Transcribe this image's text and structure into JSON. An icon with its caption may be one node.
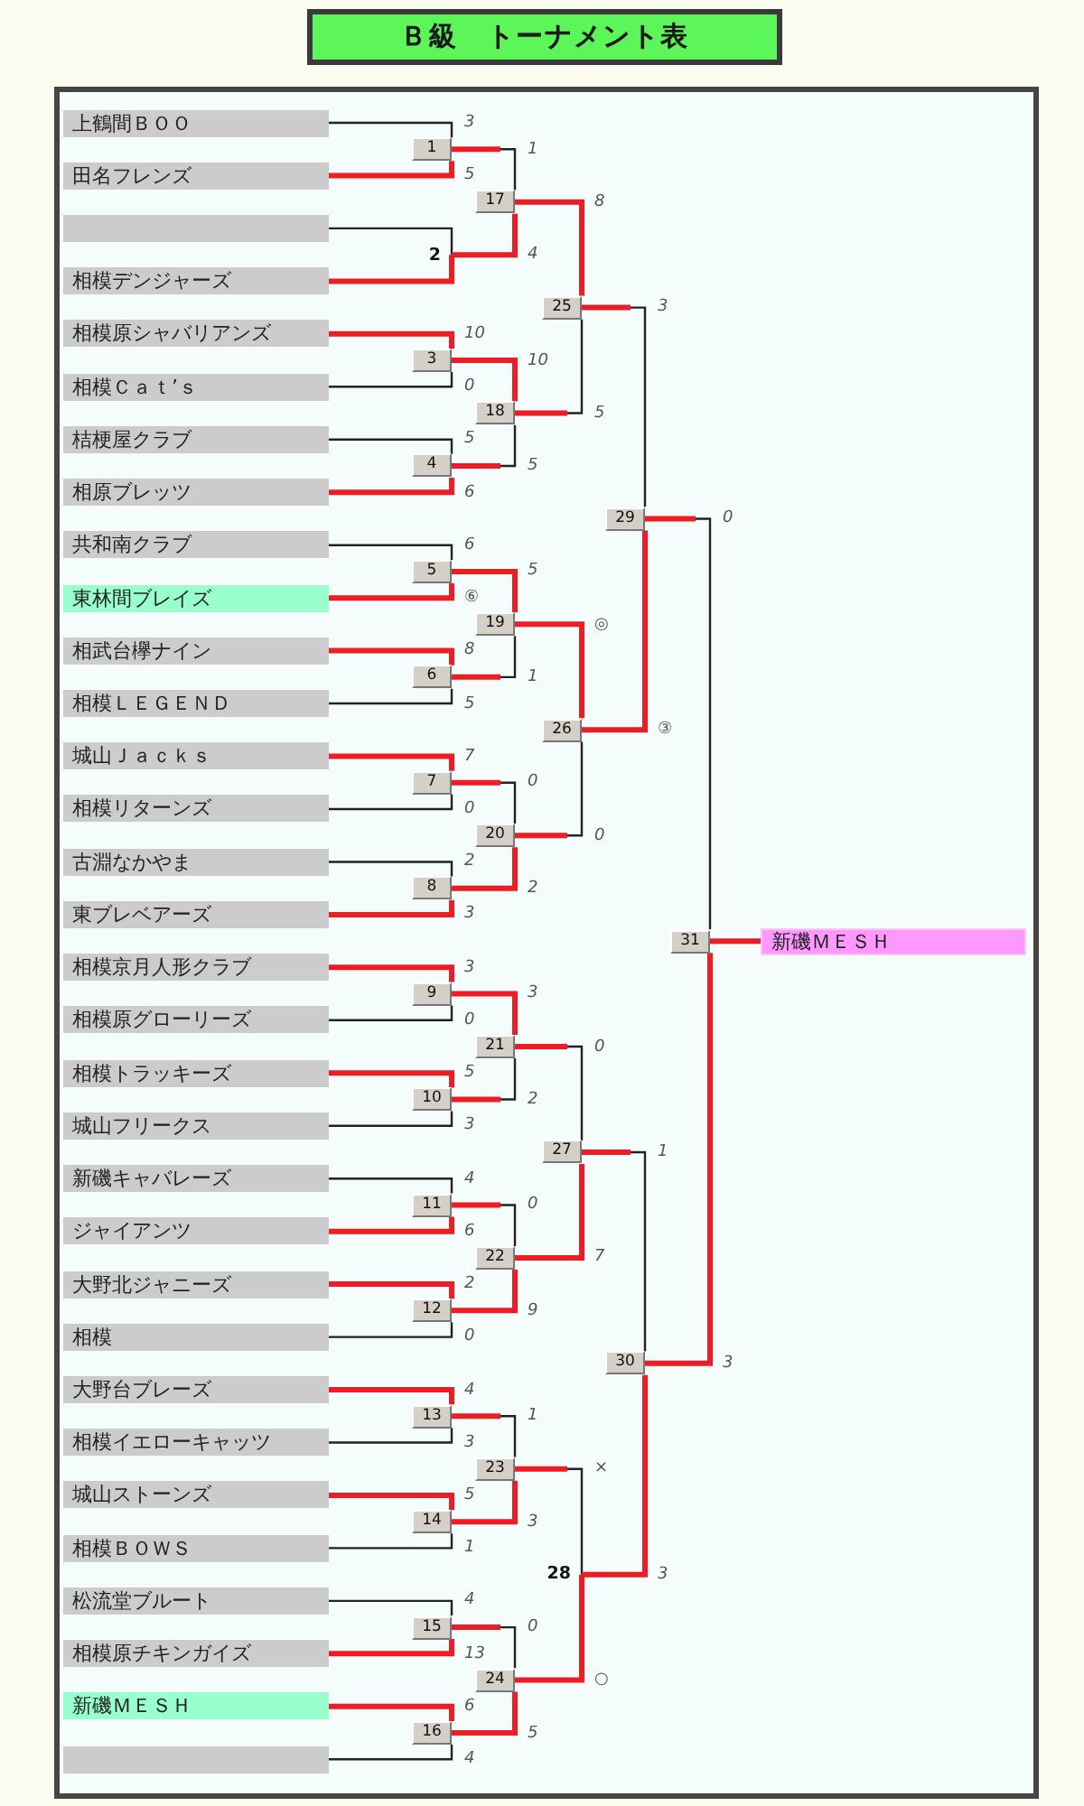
{
  "diagram": {
    "title": "Ｂ級　トーナメント表",
    "nodes": [
      {
        "text": [
          "上鶴間ＢＯＯ"
        ]
      },
      {
        "text": [
          "田名フレンズ"
        ]
      },
      {
        "text": [],
        "shape": "box"
      },
      {
        "text": [
          "相模デンジャーズ"
        ]
      },
      {
        "text": [
          "相模原シャバリアンズ"
        ]
      },
      {
        "text": [
          "相模Ｃａｔ’ｓ"
        ]
      },
      {
        "text": [
          "桔梗屋クラブ"
        ]
      },
      {
        "text": [
          "相原ブレッツ"
        ]
      },
      {
        "text": [
          "共和南クラブ"
        ]
      },
      {
        "text": [
          "東林間ブレイズ"
        ]
      },
      {
        "text": [
          "相武台欅ナイン"
        ]
      },
      {
        "text": [
          "相模ＬＥＧＥＮＤ"
        ]
      },
      {
        "text": [
          "城山Ｊａｃｋｓ"
        ]
      },
      {
        "text": [
          "相模リターンズ"
        ]
      },
      {
        "text": [
          "古淵なかやま"
        ]
      },
      {
        "text": [
          "東ブレベアーズ"
        ]
      },
      {
        "text": [
          "相模京月人形クラブ"
        ]
      },
      {
        "text": [
          "相模原グローリーズ"
        ]
      },
      {
        "text": [
          "相模トラッキーズ"
        ]
      },
      {
        "text": [
          "城山フリークス"
        ]
      },
      {
        "text": [
          "新磯キャバレーズ"
        ]
      },
      {
        "text": [
          "ジャイアンツ"
        ]
      },
      {
        "text": [
          "大野北ジャニーズ"
        ]
      },
      {
        "text": [
          "相模"
        ]
      },
      {
        "text": [
          "大野台ブレーズ"
        ]
      },
      {
        "text": [
          "相模イエローキャッツ"
        ]
      },
      {
        "text": [
          "城山ストーンズ"
        ]
      },
      {
        "text": [
          "相模ＢＯＷＳ"
        ]
      },
      {
        "text": [
          "松流堂ブルート"
        ]
      },
      {
        "text": [
          "相模原チキンガイズ"
        ]
      },
      {
        "text": [
          "新磯ＭＥＳＨ"
        ]
      },
      {
        "text": [],
        "shape": "box"
      },
      {
        "text": [
          "1"
        ]
      },
      {
        "text": [
          "2"
        ]
      },
      {
        "text": [
          "3"
        ]
      },
      {
        "text": [
          "4"
        ]
      },
      {
        "text": [
          "5"
        ]
      },
      {
        "text": [
          "6"
        ]
      },
      {
        "text": [
          "7"
        ]
      },
      {
        "text": [
          "8"
        ]
      },
      {
        "text": [
          "9"
        ]
      },
      {
        "text": [
          "10"
        ]
      },
      {
        "text": [
          "11"
        ]
      },
      {
        "text": [
          "12"
        ]
      },
      {
        "text": [
          "13"
        ]
      },
      {
        "text": [
          "14"
        ]
      },
      {
        "text": [
          "15"
        ]
      },
      {
        "text": [
          "16"
        ]
      },
      {
        "text": [
          "17"
        ]
      },
      {
        "text": [
          "18"
        ]
      },
      {
        "text": [
          "19"
        ]
      },
      {
        "text": [
          "20"
        ]
      },
      {
        "text": [
          "21"
        ]
      },
      {
        "text": [
          "22"
        ]
      },
      {
        "text": [
          "23"
        ]
      },
      {
        "text": [
          "24"
        ]
      },
      {
        "text": [
          "25"
        ]
      },
      {
        "text": [
          "26"
        ]
      },
      {
        "text": [
          "27"
        ]
      },
      {
        "text": [
          "28"
        ]
      },
      {
        "text": [
          "29"
        ]
      },
      {
        "text": [
          "30"
        ]
      },
      {
        "text": [
          "31"
        ]
      },
      {
        "text": [
          "新磯ＭＥＳＨ"
        ]
      }
    ],
    "edges": [
      {
        "from": 0,
        "to": 32,
        "arrow": "none",
        "label": "3",
        "color": "#222222"
      },
      {
        "from": 1,
        "to": 32,
        "arrow": "none",
        "label": "5",
        "color": "#ee1c24"
      },
      {
        "from": 2,
        "to": 33,
        "arrow": "none",
        "color": "#222222"
      },
      {
        "from": 3,
        "to": 33,
        "arrow": "none",
        "color": "#ee1c24"
      },
      {
        "from": 4,
        "to": 34,
        "arrow": "none",
        "label": "10",
        "color": "#ee1c24"
      },
      {
        "from": 5,
        "to": 34,
        "arrow": "none",
        "label": "0",
        "color": "#222222"
      },
      {
        "from": 6,
        "to": 35,
        "arrow": "none",
        "label": "5",
        "color": "#222222"
      },
      {
        "from": 7,
        "to": 35,
        "arrow": "none",
        "label": "6",
        "color": "#ee1c24"
      },
      {
        "from": 8,
        "to": 36,
        "arrow": "none",
        "label": "6",
        "color": "#222222"
      },
      {
        "from": 9,
        "to": 36,
        "arrow": "none",
        "label": "⑥",
        "color": "#ee1c24"
      },
      {
        "from": 10,
        "to": 37,
        "arrow": "none",
        "label": "8",
        "color": "#ee1c24"
      },
      {
        "from": 11,
        "to": 37,
        "arrow": "none",
        "label": "5",
        "color": "#222222"
      },
      {
        "from": 12,
        "to": 38,
        "arrow": "none",
        "label": "7",
        "color": "#ee1c24"
      },
      {
        "from": 13,
        "to": 38,
        "arrow": "none",
        "label": "0",
        "color": "#222222"
      },
      {
        "from": 14,
        "to": 39,
        "arrow": "none",
        "label": "2",
        "color": "#222222"
      },
      {
        "from": 15,
        "to": 39,
        "arrow": "none",
        "label": "3",
        "color": "#ee1c24"
      },
      {
        "from": 16,
        "to": 40,
        "arrow": "none",
        "label": "3",
        "color": "#ee1c24"
      },
      {
        "from": 17,
        "to": 40,
        "arrow": "none",
        "label": "0",
        "color": "#222222"
      },
      {
        "from": 18,
        "to": 41,
        "arrow": "none",
        "label": "5",
        "color": "#ee1c24"
      },
      {
        "from": 19,
        "to": 41,
        "arrow": "none",
        "label": "3",
        "color": "#222222"
      },
      {
        "from": 20,
        "to": 42,
        "arrow": "none",
        "label": "4",
        "color": "#222222"
      },
      {
        "from": 21,
        "to": 42,
        "arrow": "none",
        "label": "6",
        "color": "#ee1c24"
      },
      {
        "from": 22,
        "to": 43,
        "arrow": "none",
        "label": "2",
        "color": "#ee1c24"
      },
      {
        "from": 23,
        "to": 43,
        "arrow": "none",
        "label": "0",
        "color": "#222222"
      },
      {
        "from": 24,
        "to": 44,
        "arrow": "none",
        "label": "4",
        "color": "#ee1c24"
      },
      {
        "from": 25,
        "to": 44,
        "arrow": "none",
        "label": "3",
        "color": "#222222"
      },
      {
        "from": 26,
        "to": 45,
        "arrow": "none",
        "label": "5",
        "color": "#ee1c24"
      },
      {
        "from": 27,
        "to": 45,
        "arrow": "none",
        "label": "1",
        "color": "#222222"
      },
      {
        "from": 28,
        "to": 46,
        "arrow": "none",
        "label": "4",
        "color": "#222222"
      },
      {
        "from": 29,
        "to": 46,
        "arrow": "none",
        "label": "13",
        "color": "#ee1c24"
      },
      {
        "from": 30,
        "to": 47,
        "arrow": "none",
        "label": "6",
        "color": "#ee1c24"
      },
      {
        "from": 31,
        "to": 47,
        "arrow": "none",
        "label": "4",
        "color": "#222222"
      },
      {
        "from": 32,
        "to": 48,
        "arrow": "none",
        "label": "1",
        "color": "#222222"
      },
      {
        "from": 33,
        "to": 48,
        "arrow": "none",
        "label": "4",
        "color": "#ee1c24"
      },
      {
        "from": 34,
        "to": 49,
        "arrow": "none",
        "label": "10",
        "color": "#ee1c24"
      },
      {
        "from": 35,
        "to": 49,
        "arrow": "none",
        "label": "5",
        "color": "#222222"
      },
      {
        "from": 36,
        "to": 50,
        "arrow": "none",
        "label": "5",
        "color": "#ee1c24"
      },
      {
        "from": 37,
        "to": 50,
        "arrow": "none",
        "label": "1",
        "color": "#222222"
      },
      {
        "from": 38,
        "to": 51,
        "arrow": "none",
        "label": "0",
        "color": "#222222"
      },
      {
        "from": 39,
        "to": 51,
        "arrow": "none",
        "label": "2",
        "color": "#ee1c24"
      },
      {
        "from": 40,
        "to": 52,
        "arrow": "none",
        "label": "3",
        "color": "#ee1c24"
      },
      {
        "from": 41,
        "to": 52,
        "arrow": "none",
        "label": "2",
        "color": "#222222"
      },
      {
        "from": 42,
        "to": 53,
        "arrow": "none",
        "label": "0",
        "color": "#222222"
      },
      {
        "from": 43,
        "to": 53,
        "arrow": "none",
        "label": "9",
        "color": "#ee1c24"
      },
      {
        "from": 44,
        "to": 54,
        "arrow": "none",
        "label": "1",
        "color": "#222222"
      },
      {
        "from": 45,
        "to": 54,
        "arrow": "none",
        "label": "3",
        "color": "#ee1c24"
      },
      {
        "from": 46,
        "to": 55,
        "arrow": "none",
        "label": "0",
        "color": "#222222"
      },
      {
        "from": 47,
        "to": 55,
        "arrow": "none",
        "label": "5",
        "color": "#ee1c24"
      },
      {
        "from": 48,
        "to": 56,
        "arrow": "none",
        "label": "8",
        "color": "#ee1c24"
      },
      {
        "from": 49,
        "to": 56,
        "arrow": "none",
        "label": "5",
        "color": "#222222"
      },
      {
        "from": 50,
        "to": 57,
        "arrow": "none",
        "label": "◎",
        "color": "#ee1c24"
      },
      {
        "from": 51,
        "to": 57,
        "arrow": "none",
        "label": "0",
        "color": "#222222"
      },
      {
        "from": 52,
        "to": 58,
        "arrow": "none",
        "label": "0",
        "color": "#222222"
      },
      {
        "from": 53,
        "to": 58,
        "arrow": "none",
        "label": "7",
        "color": "#ee1c24"
      },
      {
        "from": 54,
        "to": 59,
        "arrow": "none",
        "label": "×",
        "color": "#222222"
      },
      {
        "from": 55,
        "to": 59,
        "arrow": "none",
        "label": "○",
        "color": "#ee1c24"
      },
      {
        "from": 56,
        "to": 60,
        "arrow": "none",
        "label": "3",
        "color": "#222222"
      },
      {
        "from": 57,
        "to": 60,
        "arrow": "none",
        "label": "③",
        "color": "#ee1c24"
      },
      {
        "from": 58,
        "to": 61,
        "arrow": "none",
        "label": "1",
        "color": "#222222"
      },
      {
        "from": 59,
        "to": 61,
        "arrow": "none",
        "label": "3",
        "color": "#ee1c24"
      },
      {
        "from": 60,
        "to": 62,
        "arrow": "none",
        "label": "0",
        "color": "#222222"
      },
      {
        "from": 61,
        "to": 62,
        "arrow": "none",
        "label": "3",
        "color": "#ee1c24"
      },
      {
        "from": 62,
        "to": 63,
        "arrow": "none",
        "color": "#ee1c24"
      }
    ]
  }
}
